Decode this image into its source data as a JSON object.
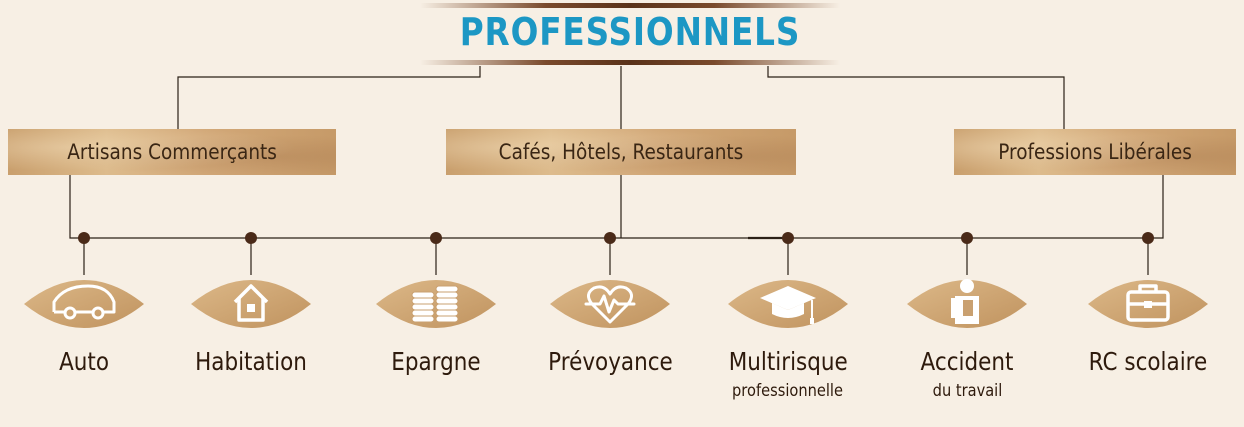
{
  "title": "PROFESSIONNELS",
  "categories": [
    {
      "label": "Artisans Commerçants"
    },
    {
      "label": "Cafés, Hôtels, Restaurants"
    },
    {
      "label": "Professions Libérales"
    }
  ],
  "products": [
    {
      "label": "Auto",
      "sublabel": "",
      "icon": "car-icon"
    },
    {
      "label": "Habitation",
      "sublabel": "",
      "icon": "house-icon"
    },
    {
      "label": "Epargne",
      "sublabel": "",
      "icon": "coins-icon"
    },
    {
      "label": "Prévoyance",
      "sublabel": "",
      "icon": "heart-pulse-icon"
    },
    {
      "label": "Multirisque",
      "sublabel": "professionnelle",
      "icon": "graduation-cap-icon"
    },
    {
      "label": "Accident",
      "sublabel": "du travail",
      "icon": "injured-person-icon"
    },
    {
      "label": "RC scolaire",
      "sublabel": "",
      "icon": "briefcase-icon"
    }
  ],
  "colors": {
    "title": "#1c97c4",
    "background": "#f7efe4",
    "wood_light": "#ddbb8c",
    "wood_dark": "#c69a68",
    "connector": "#3a2818",
    "text": "#2e1a0c"
  }
}
